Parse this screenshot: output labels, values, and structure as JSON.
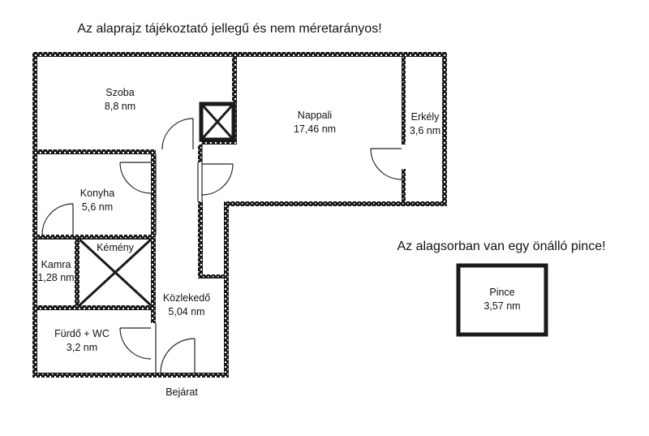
{
  "notes": {
    "scale_disclaimer": "Az alaprajz tájékoztató jellegű és nem méretarányos!",
    "basement_note": "Az alagsorban van egy önálló pince!"
  },
  "rooms": [
    {
      "id": "szoba",
      "name": "Szoba",
      "area": "8,8 nm"
    },
    {
      "id": "nappali",
      "name": "Nappali",
      "area": "17,46 nm"
    },
    {
      "id": "erkely",
      "name": "Erkély",
      "area": "3,6 nm"
    },
    {
      "id": "konyha",
      "name": "Konyha",
      "area": "5,6 nm"
    },
    {
      "id": "kemeny",
      "name": "Kémény"
    },
    {
      "id": "kamra",
      "name": "Kamra",
      "area": "1,28 nm"
    },
    {
      "id": "kozlekedo",
      "name": "Közlekedő",
      "area": "5,04 nm"
    },
    {
      "id": "furdo",
      "name": "Fürdő + WC",
      "area": "3,2 nm"
    },
    {
      "id": "pince",
      "name": "Pince",
      "area": "3,57 nm"
    }
  ],
  "entrance_label": "Bejárat"
}
